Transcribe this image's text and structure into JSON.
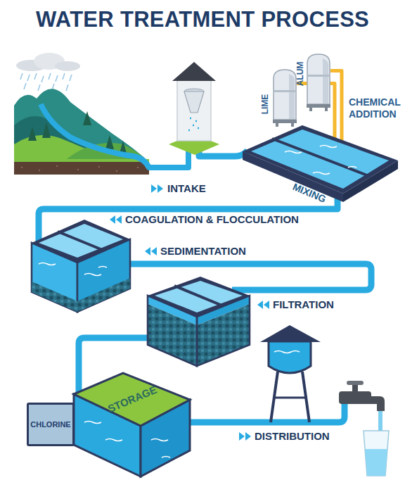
{
  "diagram": {
    "title": "WATER TREATMENT PROCESS",
    "nodes": [
      {
        "text": [
          "LIME"
        ]
      },
      {
        "text": [
          "ALUM"
        ]
      },
      {
        "text": [
          "MIXING"
        ]
      },
      {
        "text": [
          "STORAGE"
        ]
      },
      {
        "text": [
          "CHLORINE"
        ]
      }
    ],
    "edges": [
      {
        "from": 0,
        "to": 2,
        "arrow": "none"
      },
      {
        "from": 1,
        "to": 2,
        "arrow": "none"
      }
    ],
    "labels": [
      "CHEMICAL ADDITION",
      "INTAKE",
      "COAGULATION & FLOCCULATION",
      "SEDIMENTATION",
      "FILTRATION",
      "DISTRIBUTION"
    ]
  }
}
